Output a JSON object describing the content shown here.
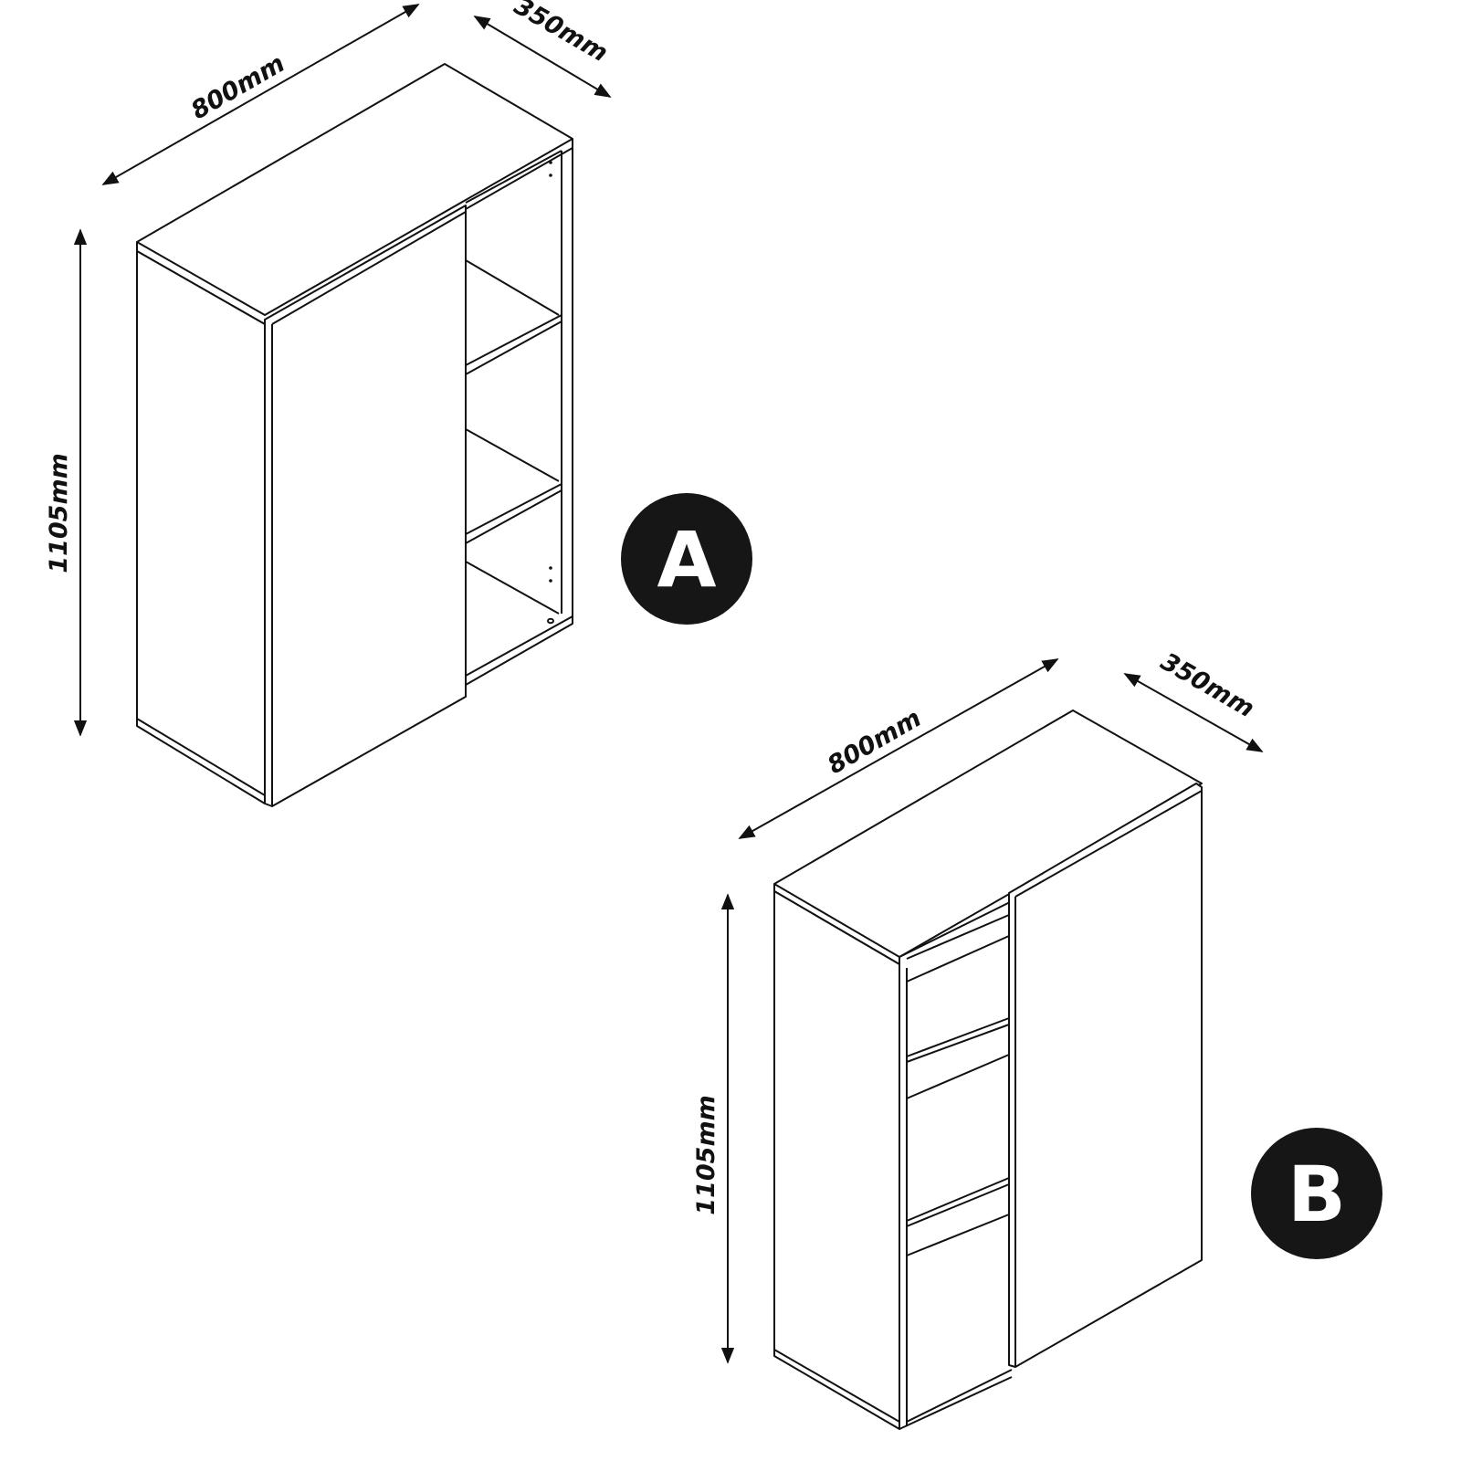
{
  "colors": {
    "line": "#111111",
    "badge": "#161616",
    "background": "#ffffff"
  },
  "variants": [
    {
      "label": "A",
      "dimensions": {
        "width": "800mm",
        "depth": "350mm",
        "height": "1105mm"
      },
      "door_side": "left",
      "open_shelves": 3
    },
    {
      "label": "B",
      "dimensions": {
        "width": "800mm",
        "depth": "350mm",
        "height": "1105mm"
      },
      "door_side": "right",
      "open_shelves": 3
    }
  ]
}
